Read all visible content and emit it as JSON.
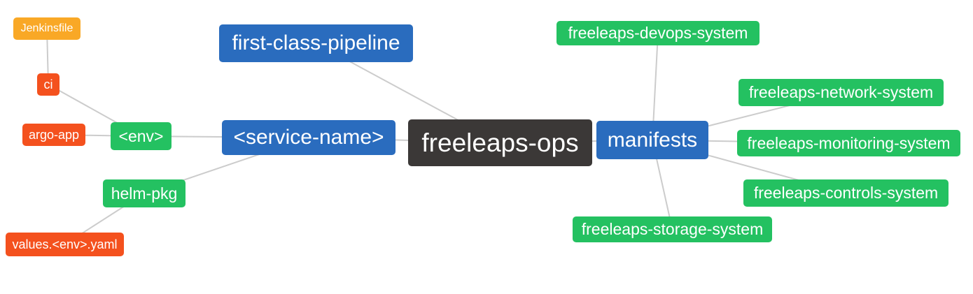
{
  "diagram": {
    "title": "freeleaps-ops mind map",
    "root": "freeleaps_ops",
    "nodes": {
      "freeleaps_ops": {
        "label": "freeleaps-ops",
        "level": "root"
      },
      "first_class_pipeline": {
        "label": "first-class-pipeline",
        "level": "1"
      },
      "service_name": {
        "label": "<service-name>",
        "level": "1"
      },
      "manifests": {
        "label": "manifests",
        "level": "1"
      },
      "env": {
        "label": "<env>",
        "level": "2"
      },
      "helm_pkg": {
        "label": "helm-pkg",
        "level": "2"
      },
      "devops_system": {
        "label": "freeleaps-devops-system",
        "level": "2"
      },
      "network_system": {
        "label": "freeleaps-network-system",
        "level": "2"
      },
      "monitoring_system": {
        "label": "freeleaps-monitoring-system",
        "level": "2"
      },
      "controls_system": {
        "label": "freeleaps-controls-system",
        "level": "2"
      },
      "storage_system": {
        "label": "freeleaps-storage-system",
        "level": "2"
      },
      "ci": {
        "label": "ci",
        "level": "3"
      },
      "argo_app": {
        "label": "argo-app",
        "level": "3"
      },
      "values_env_yaml": {
        "label": "values.<env>.yaml",
        "level": "3"
      },
      "jenkinsfile": {
        "label": "Jenkinsfile",
        "level": "4"
      }
    },
    "edges": [
      [
        "jenkinsfile",
        "ci"
      ],
      [
        "ci",
        "env"
      ],
      [
        "argo_app",
        "env"
      ],
      [
        "env",
        "service_name"
      ],
      [
        "helm_pkg",
        "service_name"
      ],
      [
        "values_env_yaml",
        "helm_pkg"
      ],
      [
        "service_name",
        "freeleaps_ops"
      ],
      [
        "first_class_pipeline",
        "freeleaps_ops"
      ],
      [
        "freeleaps_ops",
        "manifests"
      ],
      [
        "manifests",
        "devops_system"
      ],
      [
        "manifests",
        "network_system"
      ],
      [
        "manifests",
        "monitoring_system"
      ],
      [
        "manifests",
        "controls_system"
      ],
      [
        "manifests",
        "storage_system"
      ]
    ],
    "palette": {
      "node-root": "#3b3837",
      "node-primary": "#2a6cbe",
      "node-secondary": "#24c161",
      "node-tertiary": "#f4511e",
      "node-quaternary": "#f9a826",
      "edge": "#cccccc",
      "background": "#ffffff",
      "text": "#ffffff"
    }
  }
}
